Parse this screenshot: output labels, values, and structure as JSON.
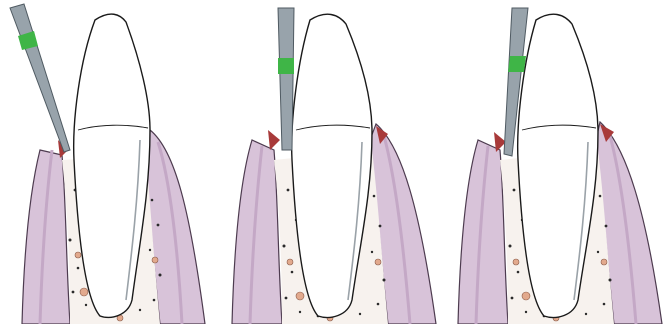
{
  "figure": {
    "panels": [
      {
        "id": "panel-1",
        "label": ""
      },
      {
        "id": "panel-2",
        "label": ""
      },
      {
        "id": "panel-3",
        "label": ""
      }
    ]
  },
  "colors": {
    "background": "#ffffff",
    "gingiva_fill": "#d8c3d9",
    "gingiva_stroke": "#4d3b4f",
    "gingiva_inner": "#c4a8c6",
    "bone_fill": "#f7f2ee",
    "tooth_fill": "#ffffff",
    "tooth_stroke": "#1a1a1a",
    "root_canal_stroke": "#9aa2a8",
    "probe_fill": "#98a3ab",
    "probe_stroke": "#4f5a62",
    "probe_band": "#3fb547",
    "sulcus_red": "#a83a3a",
    "bone_dots": "#2b2b2b",
    "bone_particles": "#e2a98d"
  },
  "icons": {
    "probe": "periodontal-probe-icon",
    "tooth": "tooth-cross-section-icon"
  }
}
